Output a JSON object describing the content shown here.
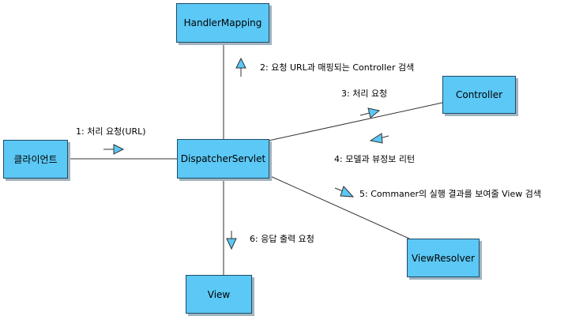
{
  "colors": {
    "box_fill": "#5bc8f5",
    "box_border": "#1f4b66",
    "line": "#333333",
    "arrow_fill": "#5bc8f5"
  },
  "nodes": {
    "handler_mapping": "HandlerMapping",
    "client": "클라이언트",
    "dispatcher_servlet": "DispatcherServlet",
    "controller": "Controller",
    "view_resolver": "ViewResolver",
    "view": "View"
  },
  "messages": {
    "m1": "1: 처리 요청(URL)",
    "m2": "2: 요청 URL과 매핑되는 Controller 검색",
    "m3": "3: 처리 요청",
    "m4": "4: 모델과 뷰정보 리턴",
    "m5": "5: Commaner의 실행 결과를 보여줄 View 검색",
    "m6": "6: 응답 출력 요청"
  }
}
